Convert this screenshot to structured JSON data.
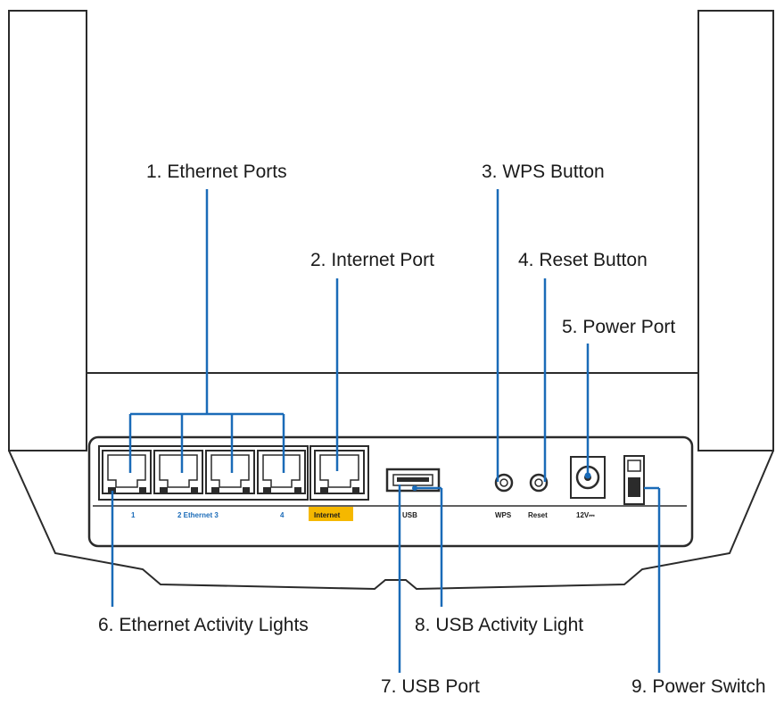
{
  "callouts": {
    "ethernet_ports": "1. Ethernet Ports",
    "internet_port": "2. Internet Port",
    "wps_button": "3. WPS Button",
    "reset_button": "4. Reset Button",
    "power_port": "5. Power Port",
    "ethernet_activity_lights": "6. Ethernet Activity Lights",
    "usb_port": "7. USB Port",
    "usb_activity_light": "8. USB Activity Light",
    "power_switch": "9. Power Switch"
  },
  "panel_labels": {
    "eth1": "1",
    "eth23": "2  Ethernet  3",
    "eth4": "4",
    "internet": "Internet",
    "usb": "USB",
    "wps": "WPS",
    "reset": "Reset",
    "power": "12V⎓"
  },
  "colors": {
    "callout_line": "#1a6bb8",
    "internet_badge": "#f5b800",
    "ethernet_label": "#1a6bb8",
    "outline": "#2b2b2b"
  }
}
